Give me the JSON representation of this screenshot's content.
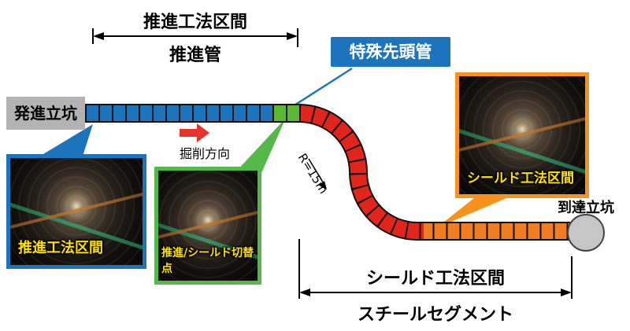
{
  "colors": {
    "jacking_pipe_blue": "#1c75bc",
    "lead_pipe_green": "#5cb833",
    "shield_curve_red": "#e0251c",
    "segment_orange": "#f07d23",
    "launch_shaft_gray": "#b3b3b3",
    "arrival_shaft_gray": "#c6c6c6",
    "callout_blue": "#1c75bc",
    "callout_green": "#54b948",
    "callout_orange": "#f6921e",
    "photo_label_yellow": "#ffe100",
    "direction_arrow_red": "#e8332a"
  },
  "labels": {
    "jacking_section_dim": "推進工法区間",
    "jacking_pipe": "推進管",
    "special_head_pipe": "特殊先頭管",
    "launch_shaft": "発進立坑",
    "excavation_direction": "掘削方向",
    "curve_radius": "R=15m",
    "arrival_shaft": "到達立坑",
    "shield_section_dim": "シールド工法区間",
    "steel_segment": "スチールセグメント"
  },
  "photo_callouts": {
    "jacking": {
      "caption": "推進工法区間"
    },
    "switch_point": {
      "caption": "推進/シールド切替点"
    },
    "shield": {
      "caption": "シールド工法区間"
    }
  }
}
